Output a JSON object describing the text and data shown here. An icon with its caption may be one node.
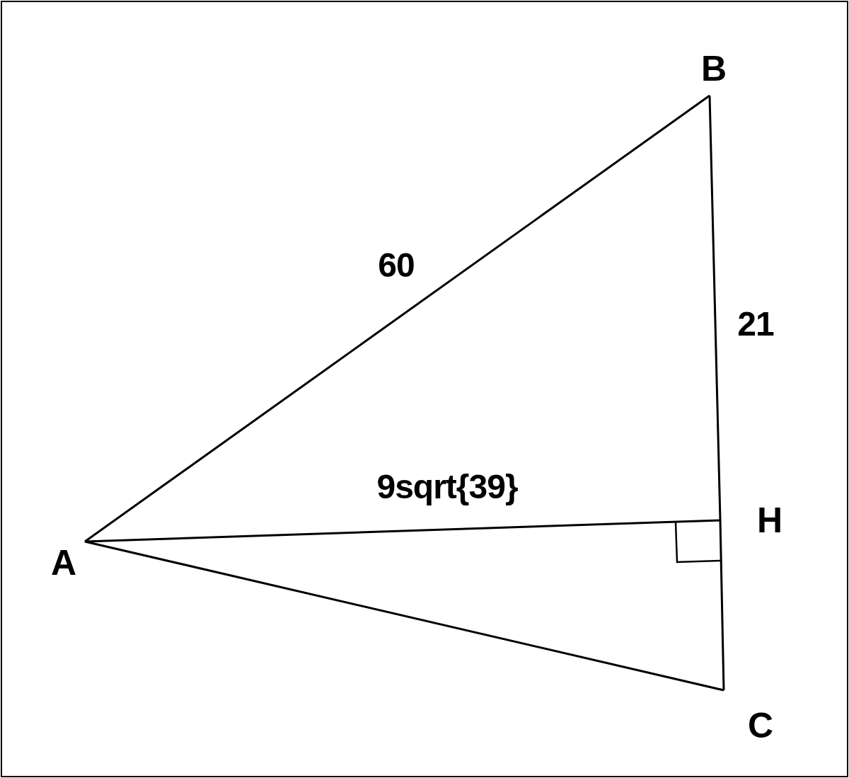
{
  "diagram": {
    "nodes": [
      {
        "text": [
          "A"
        ]
      },
      {
        "text": [
          "B"
        ]
      },
      {
        "text": [
          "C"
        ]
      },
      {
        "text": [
          "H"
        ]
      }
    ],
    "edges": [
      {
        "from": 0,
        "to": 1,
        "arrow": "none",
        "label": "60"
      },
      {
        "from": 1,
        "to": 3,
        "arrow": "none",
        "label": "21"
      },
      {
        "from": 3,
        "to": 2,
        "arrow": "none"
      },
      {
        "from": 0,
        "to": 2,
        "arrow": "none"
      },
      {
        "from": 0,
        "to": 3,
        "arrow": "none",
        "label": "9sqrt{39}"
      }
    ]
  }
}
